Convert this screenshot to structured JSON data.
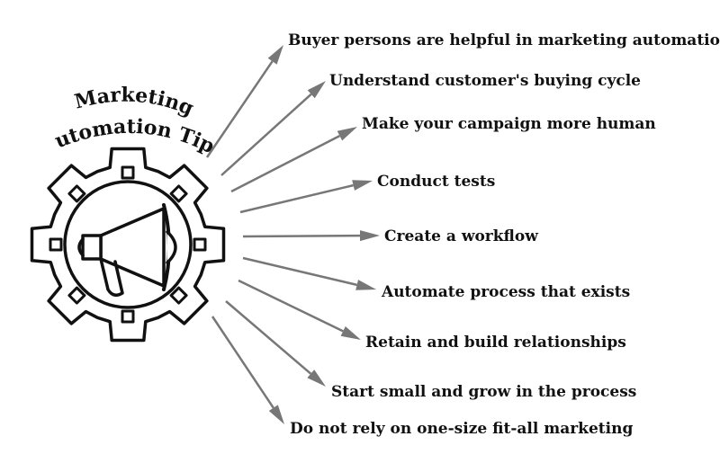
{
  "title": {
    "line1": "Marketing",
    "line2": "Automation Tips"
  },
  "icons": {
    "center": "gear-icon",
    "inner": "megaphone-icon"
  },
  "colors": {
    "ink": "#111111",
    "arrow": "#777777"
  },
  "tips": [
    "Buyer persons are helpful in marketing automation",
    "Understand customer's buying cycle",
    "Make your campaign more human",
    "Conduct tests",
    "Create a workflow",
    "Automate process that exists",
    "Retain and build relationships",
    "Start small and grow in the process",
    "Do not rely on one-size fit-all marketing"
  ]
}
